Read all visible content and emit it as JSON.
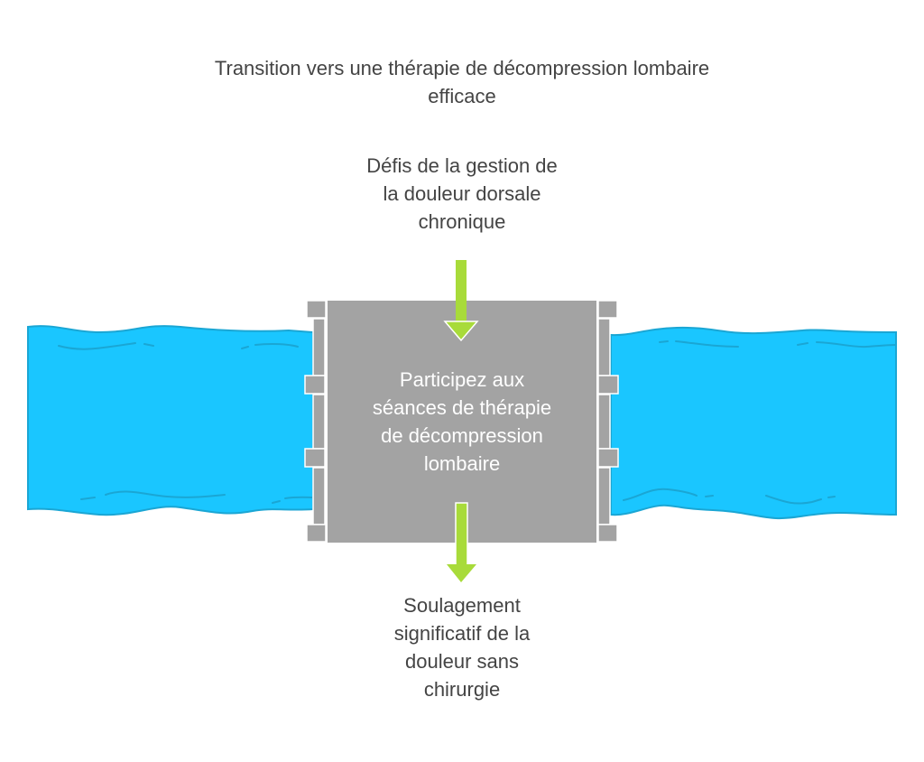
{
  "title": {
    "lines": [
      "Transition vers une thérapie de décompression lombaire",
      "efficace"
    ]
  },
  "input": {
    "lines": [
      "Défis de la gestion de",
      "la douleur dorsale",
      "chronique"
    ]
  },
  "process": {
    "lines": [
      "Participez aux",
      "séances de thérapie",
      "de décompression",
      "lombaire"
    ]
  },
  "output": {
    "lines": [
      "Soulagement",
      "significatif de la",
      "douleur sans",
      "chirurgie"
    ]
  },
  "colors": {
    "water": "#1AC6FF",
    "water_line": "#1AA6D4",
    "gate": "#A3A3A3",
    "arrow": "#A8DB3A",
    "text": "#444444",
    "panel_text": "#FFFFFF"
  },
  "icons": {
    "input_arrow": "arrow-down-icon",
    "output_arrow": "arrow-down-icon"
  }
}
